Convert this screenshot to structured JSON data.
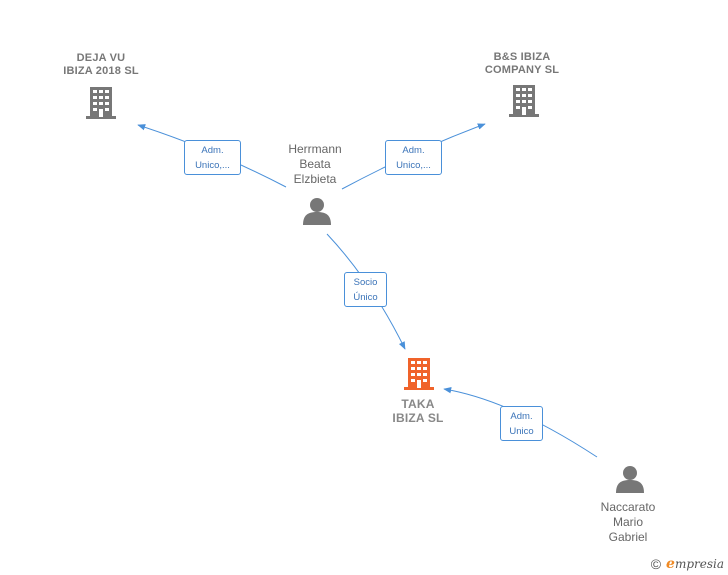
{
  "companies": [
    {
      "id": "deja-vu",
      "line1": "DEJA VU",
      "line2": "IBIZA 2018  SL"
    },
    {
      "id": "bs-ibiza",
      "line1": "B&S IBIZA",
      "line2": "COMPANY  SL"
    },
    {
      "id": "taka-ibiza",
      "line1": "TAKA",
      "line2": "IBIZA  SL"
    }
  ],
  "people": [
    {
      "id": "herrmann",
      "line1": "Herrmann",
      "line2": "Beata",
      "line3": "Elzbieta"
    },
    {
      "id": "naccarato",
      "line1": "Naccarato",
      "line2": "Mario",
      "line3": "Gabriel"
    }
  ],
  "relations": [
    {
      "from": "herrmann",
      "to": "deja-vu",
      "line1": "Adm.",
      "line2": "Unico,..."
    },
    {
      "from": "herrmann",
      "to": "bs-ibiza",
      "line1": "Adm.",
      "line2": "Unico,..."
    },
    {
      "from": "herrmann",
      "to": "taka-ibiza",
      "line1": "Socio",
      "line2": "Único"
    },
    {
      "from": "naccarato",
      "to": "taka-ibiza",
      "line1": "Adm.",
      "line2": "Unico"
    }
  ],
  "colors": {
    "edge": "#4a90d9",
    "company_icon": "#777777",
    "main_company_icon": "#f0632a",
    "person_icon": "#777777",
    "brand_accent": "#f08a24"
  },
  "footer": {
    "copyright_symbol": "©",
    "brand_initial": "e",
    "brand_rest": "mpresia"
  }
}
